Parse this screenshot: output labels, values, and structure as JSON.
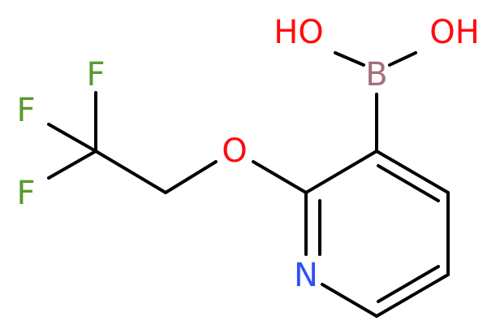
{
  "molecule": {
    "atoms": {
      "ho_left": {
        "text": "HO",
        "color": "#ff0d0d"
      },
      "oh_right": {
        "text": "OH",
        "color": "#ff0d0d"
      },
      "boron": {
        "text": "B",
        "color": "#a3707a"
      },
      "ether_oxygen": {
        "text": "O",
        "color": "#ff0d0d"
      },
      "nitrogen": {
        "text": "N",
        "color": "#3050f8"
      },
      "fluorine_1": {
        "text": "F",
        "color": "#5a9a2e"
      },
      "fluorine_2": {
        "text": "F",
        "color": "#5a9a2e"
      },
      "fluorine_3": {
        "text": "F",
        "color": "#5a9a2e"
      }
    },
    "bond_color": "#000000",
    "background": "#ffffff"
  }
}
